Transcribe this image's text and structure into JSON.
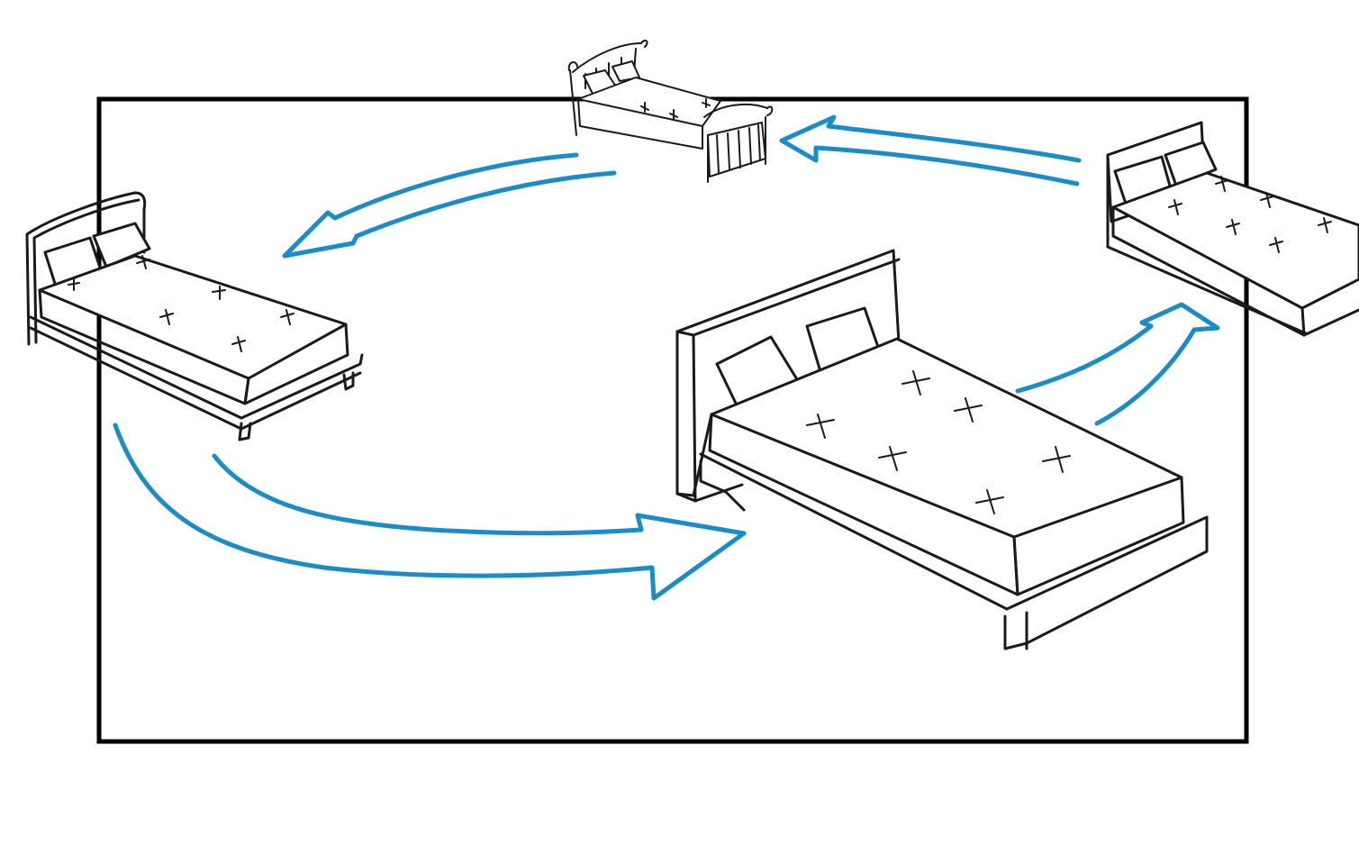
{
  "diagram": {
    "description_kind": "sketch",
    "colors": {
      "ink": "#1a1a1a",
      "arrow": "#1a8cc8",
      "background": "#ffffff",
      "frame": "#000000"
    },
    "nodes": [
      {
        "id": "bed-ornate-small",
        "style": "ornate metal frame bed"
      },
      {
        "id": "bed-single-left",
        "style": "single bed with low frame"
      },
      {
        "id": "bed-double-front",
        "style": "double bed with tall headboard"
      },
      {
        "id": "bed-single-right",
        "style": "single bed with box base"
      }
    ],
    "edges": [
      {
        "from": "bed-single-right",
        "to": "bed-ornate-small"
      },
      {
        "from": "bed-ornate-small",
        "to": "bed-single-left"
      },
      {
        "from": "bed-single-left",
        "to": "bed-double-front"
      },
      {
        "from": "bed-double-front",
        "to": "bed-single-right"
      }
    ]
  }
}
